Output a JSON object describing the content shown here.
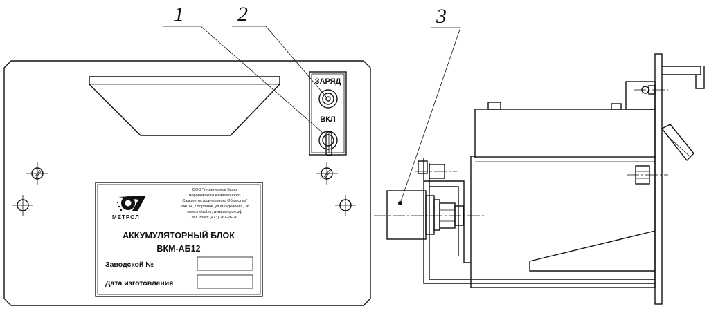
{
  "callouts": {
    "c1": "1",
    "c2": "2",
    "c3": "3"
  },
  "panel": {
    "charge_label": "ЗАРЯД",
    "power_label": "ВКЛ"
  },
  "nameplate": {
    "logo_text": "МЕТРОЛ",
    "company_lines": [
      "ООО \"Инженерное Бюро",
      "Воронежского Авиационного",
      "Самолетостроительного Общества\"",
      "394014, г.Воронеж, ул.Менделеева, 3Б",
      "www.metrol.ru, www.метрол.рф",
      "тел./факс (473) 261-26-26"
    ],
    "title": "АККУМУЛЯТОРНЫЙ БЛОК",
    "model": "ВКМ-АБ12",
    "serial_label": "Заводской №",
    "date_label": "Дата изготовления"
  }
}
